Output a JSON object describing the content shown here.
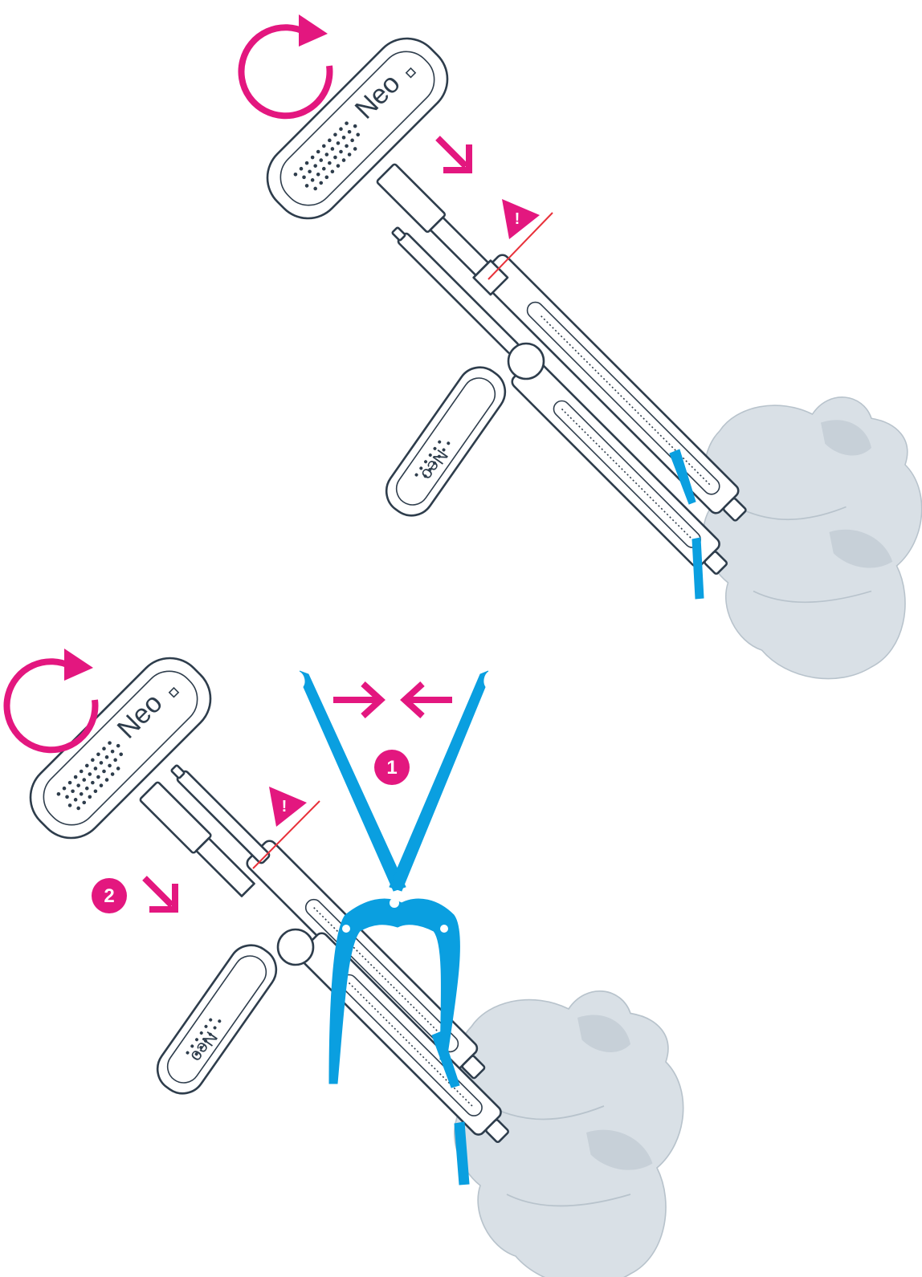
{
  "colors": {
    "accent": "#e3177f",
    "instrument_blue": "#0a9fe0",
    "outline": "#2e3d4c",
    "bone": "#d9e0e6",
    "warning_line": "#e8313a"
  },
  "brand_label": "Neo",
  "steps": [
    {
      "number": "1"
    },
    {
      "number": "2"
    }
  ],
  "icons": [
    "rotate-clockwise-icon",
    "arrow-icon",
    "warning-icon",
    "step-badge-icon"
  ]
}
